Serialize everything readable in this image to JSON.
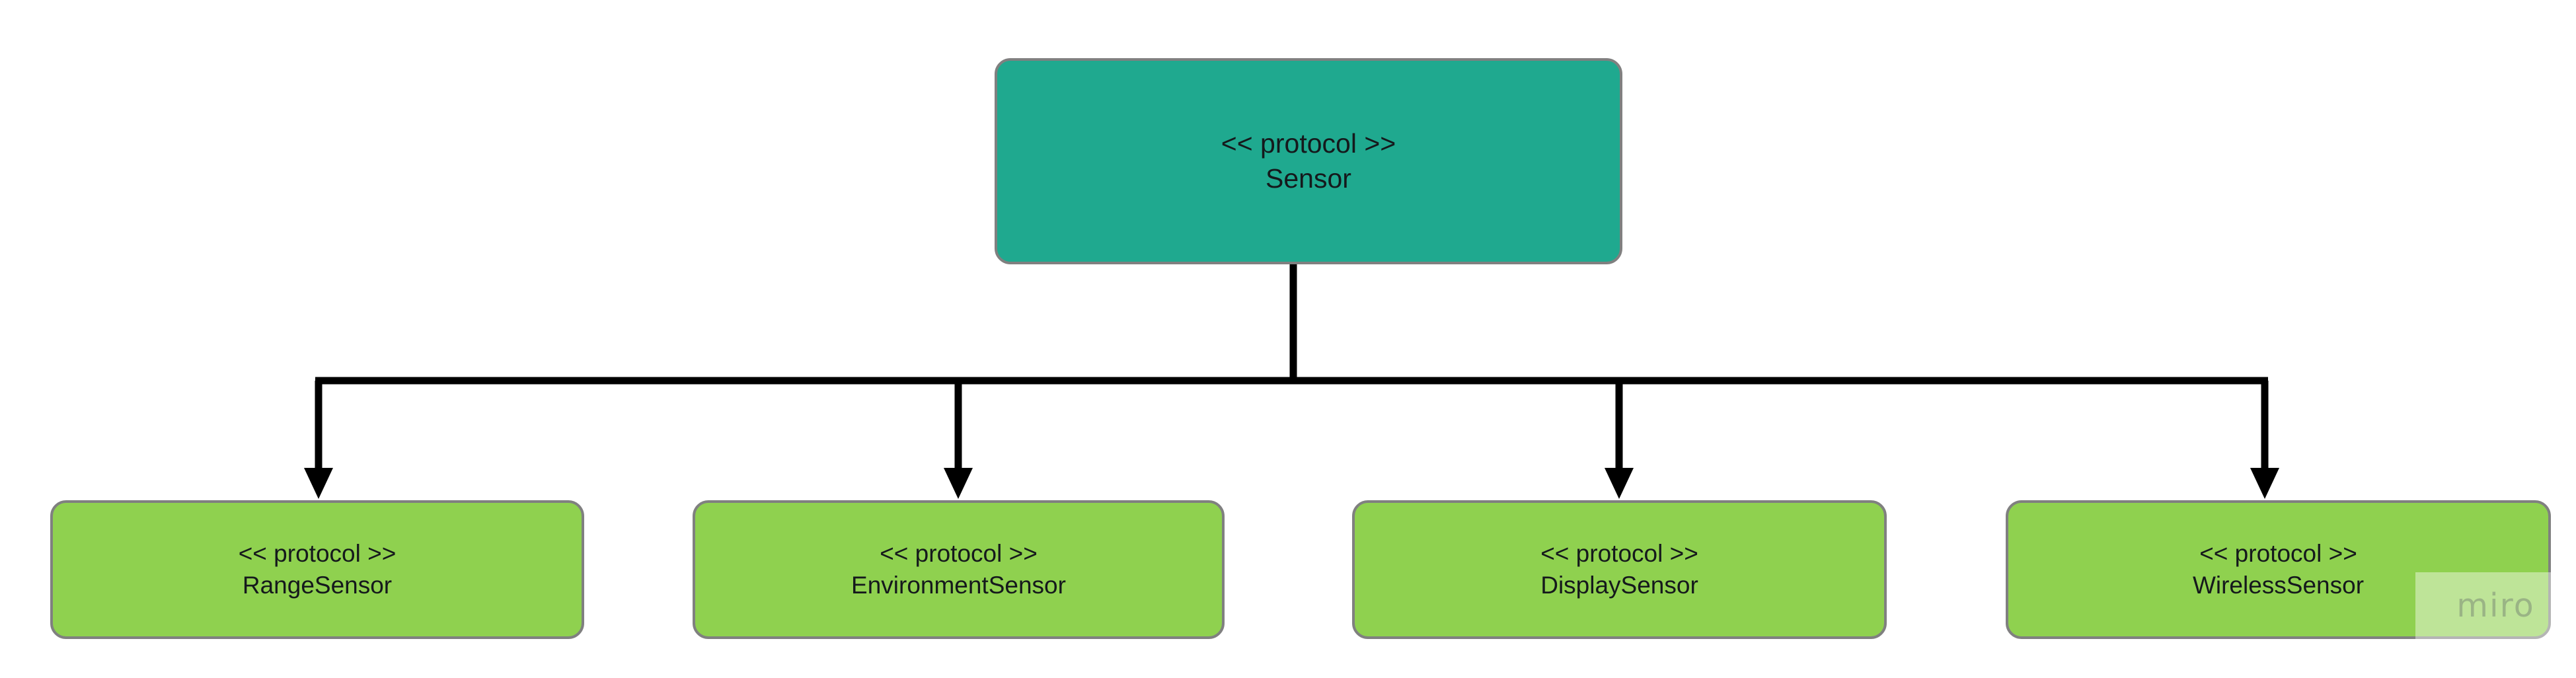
{
  "diagram": {
    "type": "uml-class-hierarchy",
    "background_color": "#ffffff",
    "root": {
      "stereotype": "<< protocol >>",
      "name": "Sensor",
      "fill_color": "#1FA98F",
      "border_color": "#808080",
      "text_color": "#15191c"
    },
    "children": [
      {
        "stereotype": "<< protocol >>",
        "name": "RangeSensor",
        "fill_color": "#8FD14F",
        "border_color": "#808080",
        "text_color": "#15191c"
      },
      {
        "stereotype": "<< protocol >>",
        "name": "EnvironmentSensor",
        "fill_color": "#8FD14F",
        "border_color": "#808080",
        "text_color": "#15191c"
      },
      {
        "stereotype": "<< protocol >>",
        "name": "DisplaySensor",
        "fill_color": "#8FD14F",
        "border_color": "#808080",
        "text_color": "#15191c"
      },
      {
        "stereotype": "<< protocol >>",
        "name": "WirelessSensor",
        "fill_color": "#8FD14F",
        "border_color": "#808080",
        "text_color": "#15191c"
      }
    ],
    "edges": {
      "style": "orthogonal-bus",
      "color": "#000000",
      "arrowhead": "filled-triangle"
    }
  },
  "watermark": {
    "label": "miro"
  }
}
